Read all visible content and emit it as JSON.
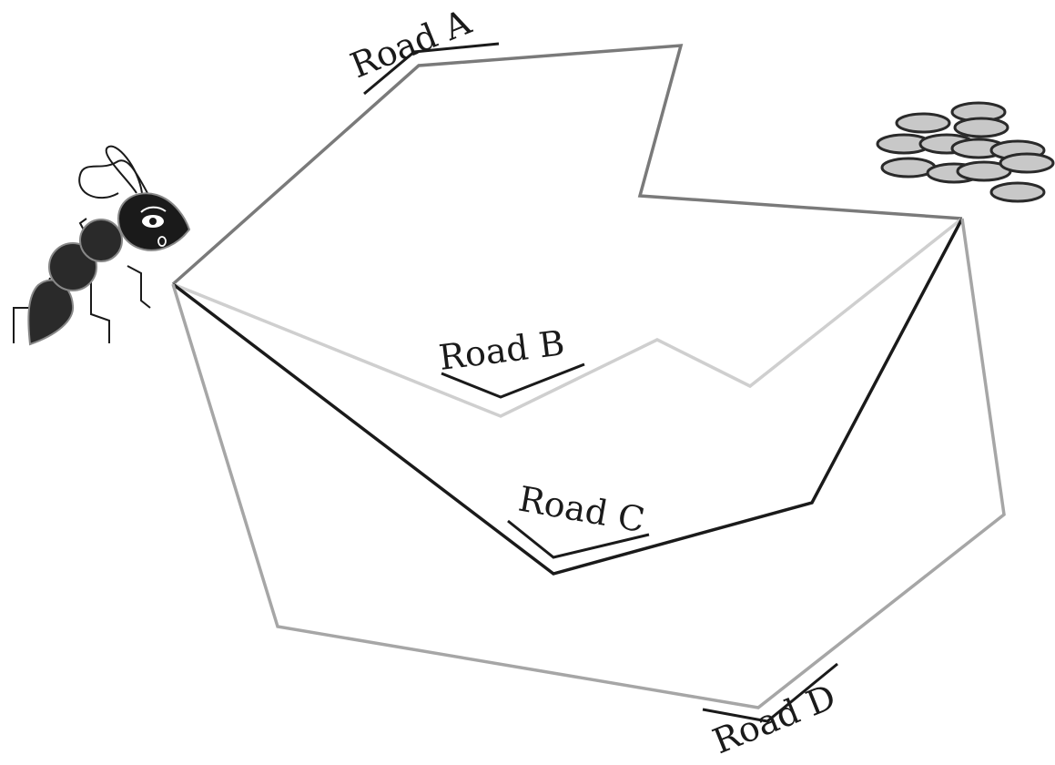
{
  "diagram": {
    "roads": [
      {
        "id": "a",
        "label": "Road A",
        "color": "#7a7a7a"
      },
      {
        "id": "b",
        "label": "Road B",
        "color": "#cfcfcf"
      },
      {
        "id": "c",
        "label": "Road C",
        "color": "#1a1a1a"
      },
      {
        "id": "d",
        "label": "Road D",
        "color": "#a6a6a6"
      }
    ],
    "start_icon": "ant-icon",
    "end_icon": "seeds-icon"
  }
}
